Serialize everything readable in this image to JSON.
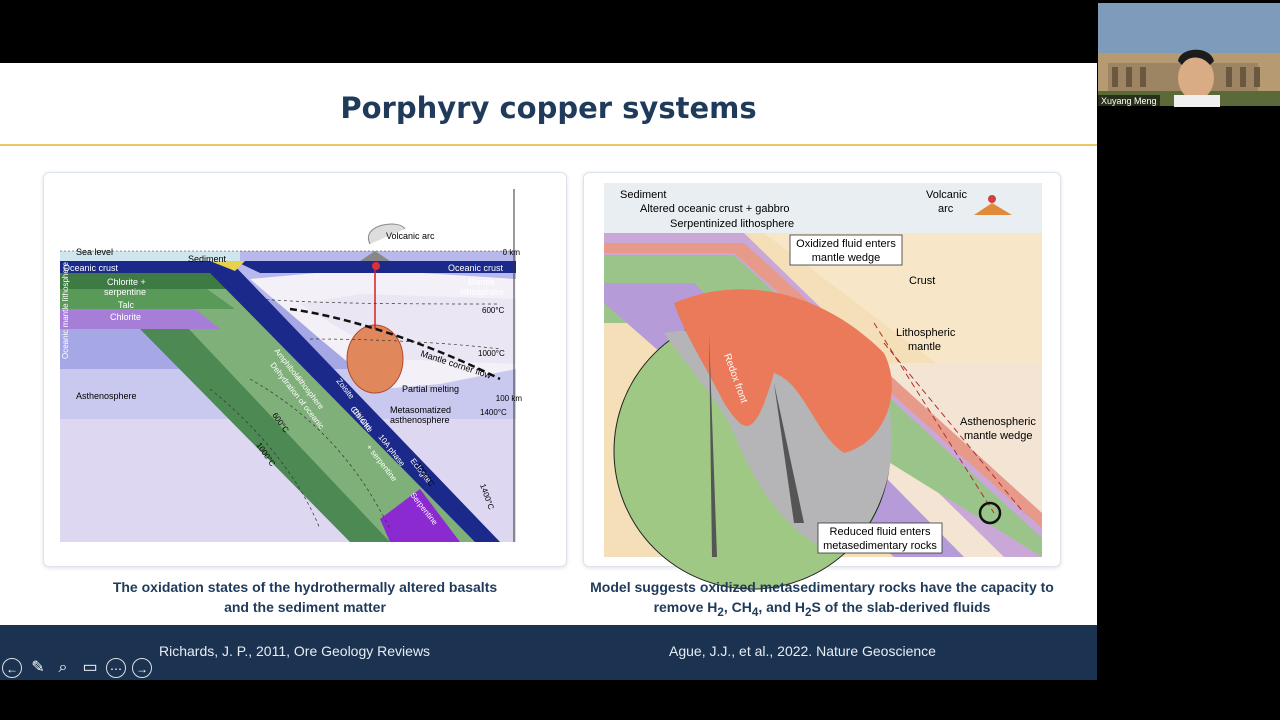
{
  "slide": {
    "title": "Porphyry copper systems",
    "caption_left": [
      "The oxidation states of the hydrothermally altered basalts",
      "and the sediment matter"
    ],
    "caption_right_1": "Model suggests oxidized metasedimentary rocks have the capacity to",
    "caption_right_2": [
      "remove H",
      "2",
      ", CH",
      "4",
      ", and H",
      "2",
      "S of the slab-derived fluids"
    ],
    "ref_left": "Richards, J. P., 2011, Ore Geology Reviews",
    "ref_right": "Ague, J.J., et al., 2022. Nature Geoscience"
  },
  "left_figure": {
    "labels": {
      "sea_level": "Sea level",
      "sediment": "Sediment",
      "volcanic_arc": "Volcanic arc",
      "zero_km": "0 km",
      "hundred_km": "100 km",
      "oceanic_crust_l": "Oceanic crust",
      "oceanic_crust_r": "Oceanic crust",
      "chlorite_serp_1": "Chlorite +",
      "chlorite_serp_2": "serpentine",
      "talc": "Talc",
      "chlorite": "Chlorite",
      "ocean_mantle_lith": "Oceanic mantle lithosphere",
      "mantle_lith_1": "Mantle",
      "mantle_lith_2": "lithosphere",
      "t600_r": "600°C",
      "t1000_r": "1000°C",
      "t1400_a": "1400°C",
      "t1400_b": "1400°C",
      "t1000_s": "1000°C",
      "t600_s": "600°C",
      "t1000_l": "1000°C",
      "mantle_corner_flow": "Mantle corner flow",
      "partial_melting": "Partial melting",
      "metasomatized_1": "Metasomatized",
      "metasomatized_2": "asthenosphere",
      "asthenosphere": "Asthenosphere",
      "amphibole": "Amphibole",
      "dehydration": "Dehydration of oceanic",
      "lithosphere_slab": "lithosphere",
      "zoisite": "Zoisite",
      "chlorite_slab": "Chlorite",
      "tenA": "10A phase",
      "serp_plus": "+ serpentine",
      "eclogite": "Eclogite",
      "serpentine": "Serpentine",
      "chl": "Chl",
      "cld": "Ctd"
    }
  },
  "right_figure": {
    "labels": {
      "sediment": "Sediment",
      "altered_crust": "Altered oceanic crust + gabbro",
      "serp_lith": "Serpentinized lithosphere",
      "volcanic_1": "Volcanic",
      "volcanic_2": "arc",
      "oxidized_1": "Oxidized fluid enters",
      "oxidized_2": "mantle wedge",
      "crust": "Crust",
      "lith_mantle_1": "Lithospheric",
      "lith_mantle_2": "mantle",
      "astheno_1": "Asthenospheric",
      "astheno_2": "mantle wedge",
      "redox_front": "Redox front",
      "reduced_1": "Reduced fluid enters",
      "reduced_2": "metasedimentary rocks"
    }
  },
  "webcam": {
    "name": "Xuyang Meng"
  },
  "toolbar": {
    "icons": [
      "arrow-left-icon",
      "pen-icon",
      "zoom-icon",
      "video-icon",
      "more-icon",
      "arrow-right-icon"
    ],
    "glyphs": [
      "←",
      "✎",
      "⌕",
      "▭",
      "⋯",
      "→"
    ]
  }
}
